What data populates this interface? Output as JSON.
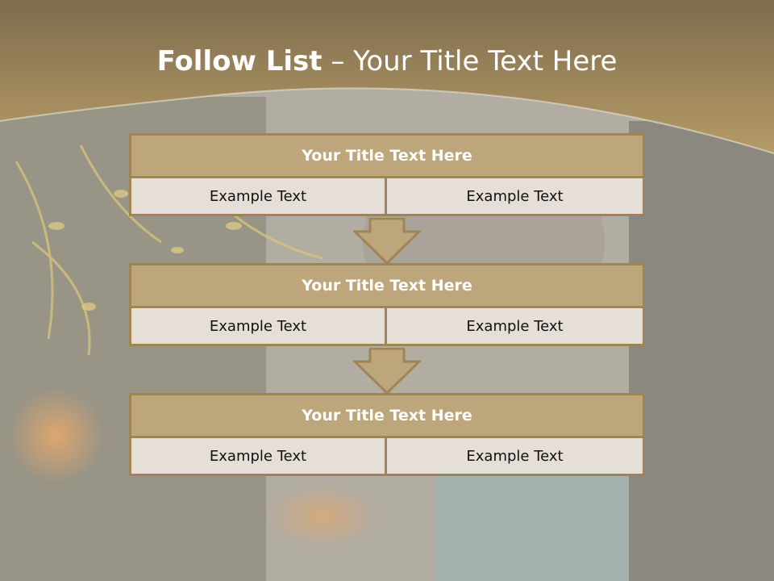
{
  "title": {
    "bold": "Follow List",
    "rest": " – Your Title Text Here"
  },
  "colors": {
    "banner": "#a9915e",
    "header_fill": "#bda67b",
    "border": "#a08554",
    "cell_fill": "#e5dfd8"
  },
  "steps": [
    {
      "header": "Your Title Text Here",
      "left": "Example Text",
      "right": "Example Text"
    },
    {
      "header": "Your Title Text Here",
      "left": "Example Text",
      "right": "Example Text"
    },
    {
      "header": "Your Title Text Here",
      "left": "Example Text",
      "right": "Example Text"
    }
  ]
}
